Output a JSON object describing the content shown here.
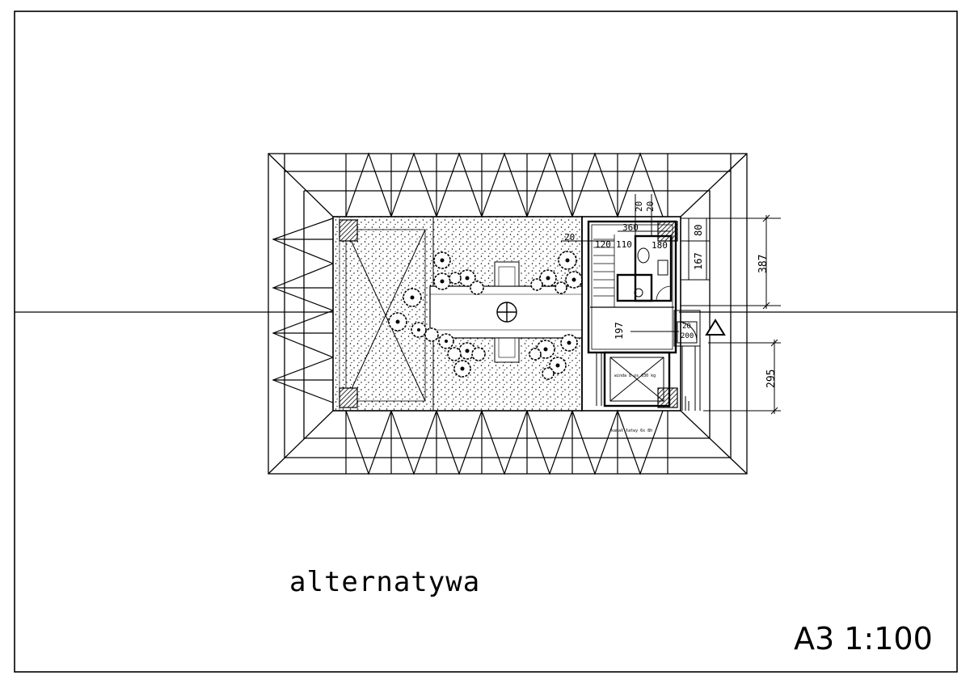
{
  "drawing": {
    "title": "alternatywa",
    "scale": "A3  1:100",
    "dimensions": {
      "d387": "387",
      "d295": "295",
      "d197": "197",
      "d167": "167",
      "d80": "80",
      "d360": "360",
      "d120": "120",
      "d110": "110",
      "d20a": "20",
      "d20b": "20",
      "d20c": "20",
      "d20d": "20",
      "d200": "200",
      "d180": "180"
    },
    "small_text": {
      "elevator": "winda 8 os 630 kg",
      "lower_note": "kanał łatwy 6x 8h"
    }
  }
}
